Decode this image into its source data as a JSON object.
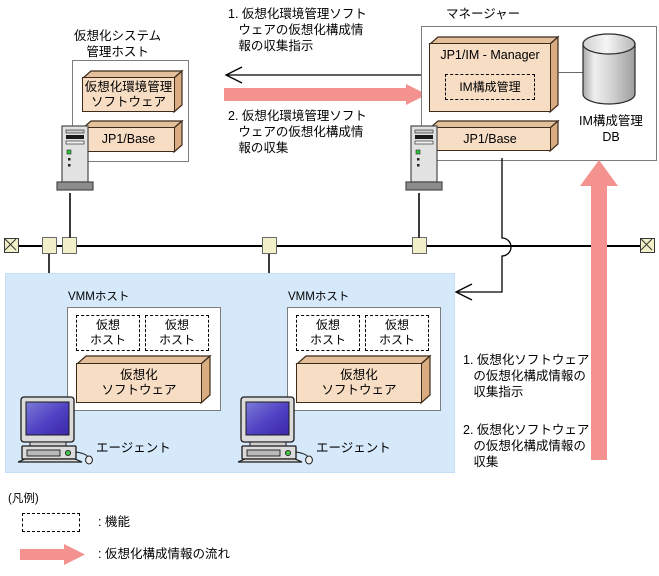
{
  "diagram": {
    "title_vm_host": "仮想化システム\n管理ホスト",
    "title_manager": "マネージャー",
    "vm_host_components": [
      {
        "label": "仮想化環境管理\nソフトウェア"
      },
      {
        "label": "JP1/Base"
      }
    ],
    "manager_components": [
      {
        "label": "JP1/IM - Manager",
        "inner": "IM構成管理"
      },
      {
        "label": "JP1/Base"
      }
    ],
    "database": {
      "label": "IM構成管理\nDB",
      "icon": "database-cylinder-icon"
    },
    "flow_top": {
      "step1": "1. 仮想化環境管理ソフト\n   ウェアの仮想化構成情\n   報の収集指示",
      "step2": "2. 仮想化環境管理ソフト\n   ウェアの仮想化構成情\n   報の収集"
    },
    "flow_right": {
      "step1": "1. 仮想化ソフトウェア\n   の仮想化構成情報の\n   収集指示",
      "step2": "2. 仮想化ソフトウェア\n   の仮想化構成情報の\n   収集"
    },
    "vmm_hosts": [
      {
        "title": "VMMホスト",
        "virtual_hosts": [
          "仮想\nホスト",
          "仮想\nホスト"
        ],
        "software": "仮想化\nソフトウェア",
        "agent_label": "エージェント"
      },
      {
        "title": "VMMホスト",
        "virtual_hosts": [
          "仮想\nホスト",
          "仮想\nホスト"
        ],
        "software": "仮想化\nソフトウェア",
        "agent_label": "エージェント"
      }
    ],
    "legend": {
      "title": "(凡例)",
      "items": [
        {
          "symbol": "dashed-box-icon",
          "text": ": 機能"
        },
        {
          "symbol": "red-arrow-icon",
          "text": ": 仮想化構成情報の流れ"
        }
      ]
    },
    "colors": {
      "flow_arrow": "#f4928f",
      "component_fill": "#f7ddc4",
      "component_top": "#e3c09b",
      "component_side": "#d9ad81",
      "agent_region": "#d6e9fb",
      "bus_tap": "#f2f0c8"
    }
  }
}
